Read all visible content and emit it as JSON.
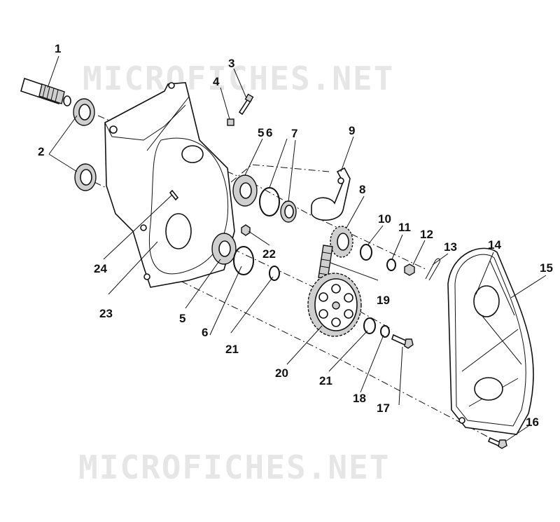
{
  "watermark": {
    "top": "MICROFICHES.NET",
    "bottom": "MICROFICHES.NET"
  },
  "callouts": [
    {
      "id": "c1",
      "label": "1"
    },
    {
      "id": "c2",
      "label": "2"
    },
    {
      "id": "c3",
      "label": "3"
    },
    {
      "id": "c4",
      "label": "4"
    },
    {
      "id": "c5a",
      "label": "5"
    },
    {
      "id": "c6a",
      "label": "6"
    },
    {
      "id": "c7",
      "label": "7"
    },
    {
      "id": "c8",
      "label": "8"
    },
    {
      "id": "c9",
      "label": "9"
    },
    {
      "id": "c10",
      "label": "10"
    },
    {
      "id": "c11",
      "label": "11"
    },
    {
      "id": "c12",
      "label": "12"
    },
    {
      "id": "c13",
      "label": "13"
    },
    {
      "id": "c14",
      "label": "14"
    },
    {
      "id": "c15",
      "label": "15"
    },
    {
      "id": "c16",
      "label": "16"
    },
    {
      "id": "c17",
      "label": "17"
    },
    {
      "id": "c18",
      "label": "18"
    },
    {
      "id": "c19",
      "label": "19"
    },
    {
      "id": "c20",
      "label": "20"
    },
    {
      "id": "c21a",
      "label": "21"
    },
    {
      "id": "c21b",
      "label": "21"
    },
    {
      "id": "c22",
      "label": "22"
    },
    {
      "id": "c23",
      "label": "23"
    },
    {
      "id": "c24",
      "label": "24"
    },
    {
      "id": "c5b",
      "label": "5"
    },
    {
      "id": "c6b",
      "label": "6"
    }
  ]
}
